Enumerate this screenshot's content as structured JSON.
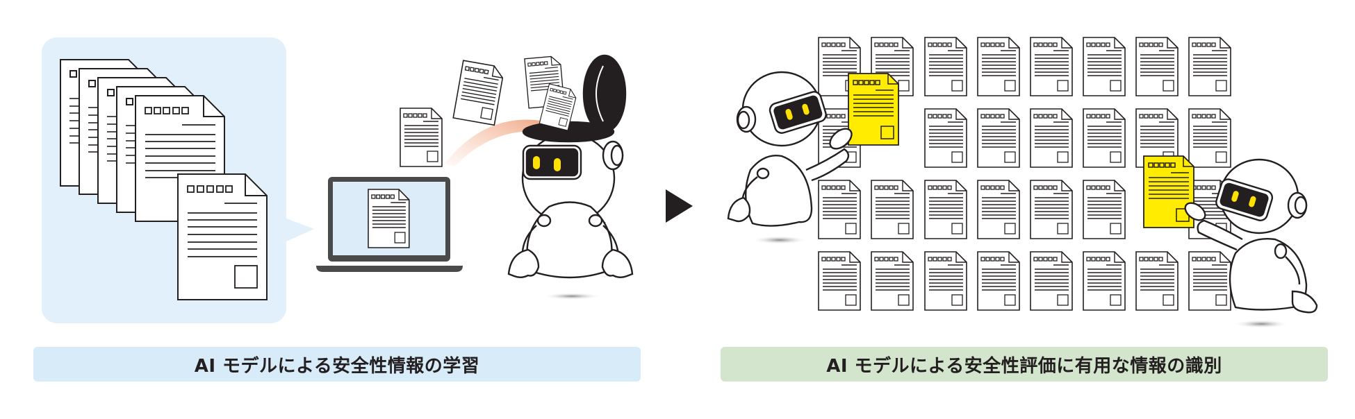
{
  "diagram": {
    "left_section": {
      "caption": "AI モデルによる安全性情報の学習",
      "caption_bg": "#d7ebf8",
      "panel_bg": "#e1f0fb",
      "elements": [
        "document-stack",
        "laptop",
        "flying-documents",
        "transfer-arrow",
        "robot-learning"
      ]
    },
    "arrow": {
      "glyph": "▶",
      "color": "#231f20"
    },
    "right_section": {
      "caption": "AI モデルによる安全性評価に有用な情報の識別",
      "caption_bg": "#d3e6cd",
      "grid": {
        "rows": 4,
        "cols": 8
      },
      "highlight_color": "#ffec00",
      "elements": [
        "document-grid",
        "robot-left-holding-yellow-doc",
        "robot-right-holding-yellow-doc"
      ]
    },
    "colors": {
      "ink": "#231f20",
      "arc": "#f2a27c",
      "eye": "#ffe100",
      "screen": "#dcecf8",
      "laptop": "#4a4a4a"
    }
  }
}
